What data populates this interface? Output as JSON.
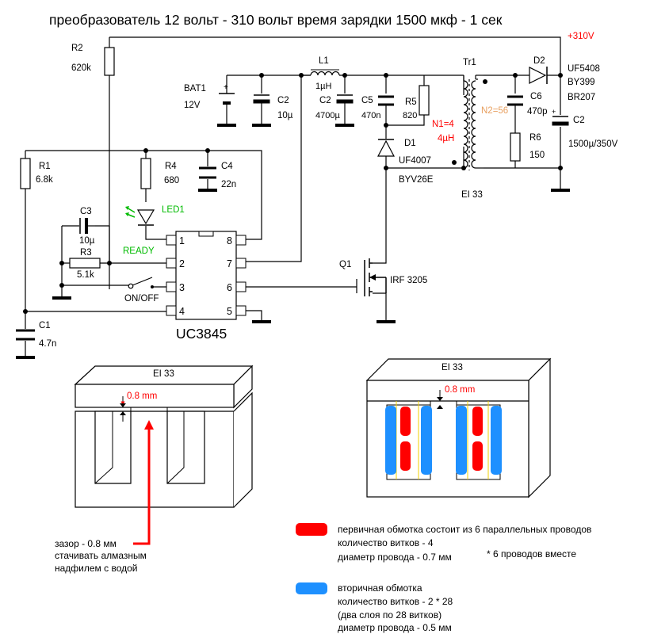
{
  "title": "преобразователь 12 вольт - 310 вольт время зарядки 1500 мкф - 1 сек",
  "colors": {
    "wire": "#000000",
    "red": "#ff0000",
    "blue": "#1e90ff",
    "green": "#00bb00",
    "orange": "#e8a060",
    "yellow": "#f0d000"
  },
  "labels": {
    "r2_ref": "R2",
    "r2_val": "620k",
    "bat_ref": "BAT1",
    "bat_val": "12V",
    "c2a_ref": "C2",
    "c2a_val": "10µ",
    "l1_ref": "L1",
    "l1_val": "1µH",
    "c2b_ref": "C2",
    "c2b_val": "4700µ",
    "c5_ref": "C5",
    "c5_val": "470n",
    "r5_ref": "R5",
    "r5_val": "820",
    "tr1_ref": "Tr1",
    "n1": "N1=4",
    "n1_l": "4µH",
    "n2": "N2=56",
    "c6_ref": "C6",
    "c6_val": "470p",
    "r6_ref": "R6",
    "r6_val": "150",
    "d2_ref": "D2",
    "d2_v1": "UF5408",
    "d2_v2": "BY399",
    "d2_v3": "BR207",
    "out_v": "+310V",
    "c2c_ref": "C2",
    "c2c_val": "1500µ/350V",
    "d1_ref": "D1",
    "d1_v1": "UF4007",
    "d1_v2": "BYV26E",
    "ei33": "EI 33",
    "r1_ref": "R1",
    "r1_val": "6.8k",
    "r4_ref": "R4",
    "r4_val": "680",
    "c4_ref": "C4",
    "c4_val": "22n",
    "led_ref": "LED1",
    "ready": "READY",
    "c3_ref": "C3",
    "c3_val": "10µ",
    "r3_ref": "R3",
    "r3_val": "5.1k",
    "onoff": "ON/OFF",
    "c1_ref": "C1",
    "c1_val": "4.7n",
    "ic": "UC3845",
    "pin1": "1",
    "pin2": "2",
    "pin3": "3",
    "pin4": "4",
    "pin5": "5",
    "pin6": "6",
    "pin7": "7",
    "pin8": "8",
    "q1_ref": "Q1",
    "q1_val": "IRF 3205"
  },
  "core_left": {
    "title": "EI 33",
    "gap": "0.8 mm"
  },
  "core_right": {
    "title": "EI 33",
    "gap": "0.8 mm"
  },
  "gap_note": [
    "зазор - 0.8 мм",
    "стачивать алмазным",
    "надфилем с водой"
  ],
  "legend_primary": [
    "первичная обмотка состоит из 6 параллельных проводов",
    "количество витков  - 4",
    "диаметр провода  -  0.7 мм",
    "* 6  проводов вместе"
  ],
  "legend_secondary": [
    "вторичная обмотка",
    "количество витков - 2 * 28",
    "(два слоя  по 28 витков)",
    "диаметр провода - 0.5 мм"
  ]
}
